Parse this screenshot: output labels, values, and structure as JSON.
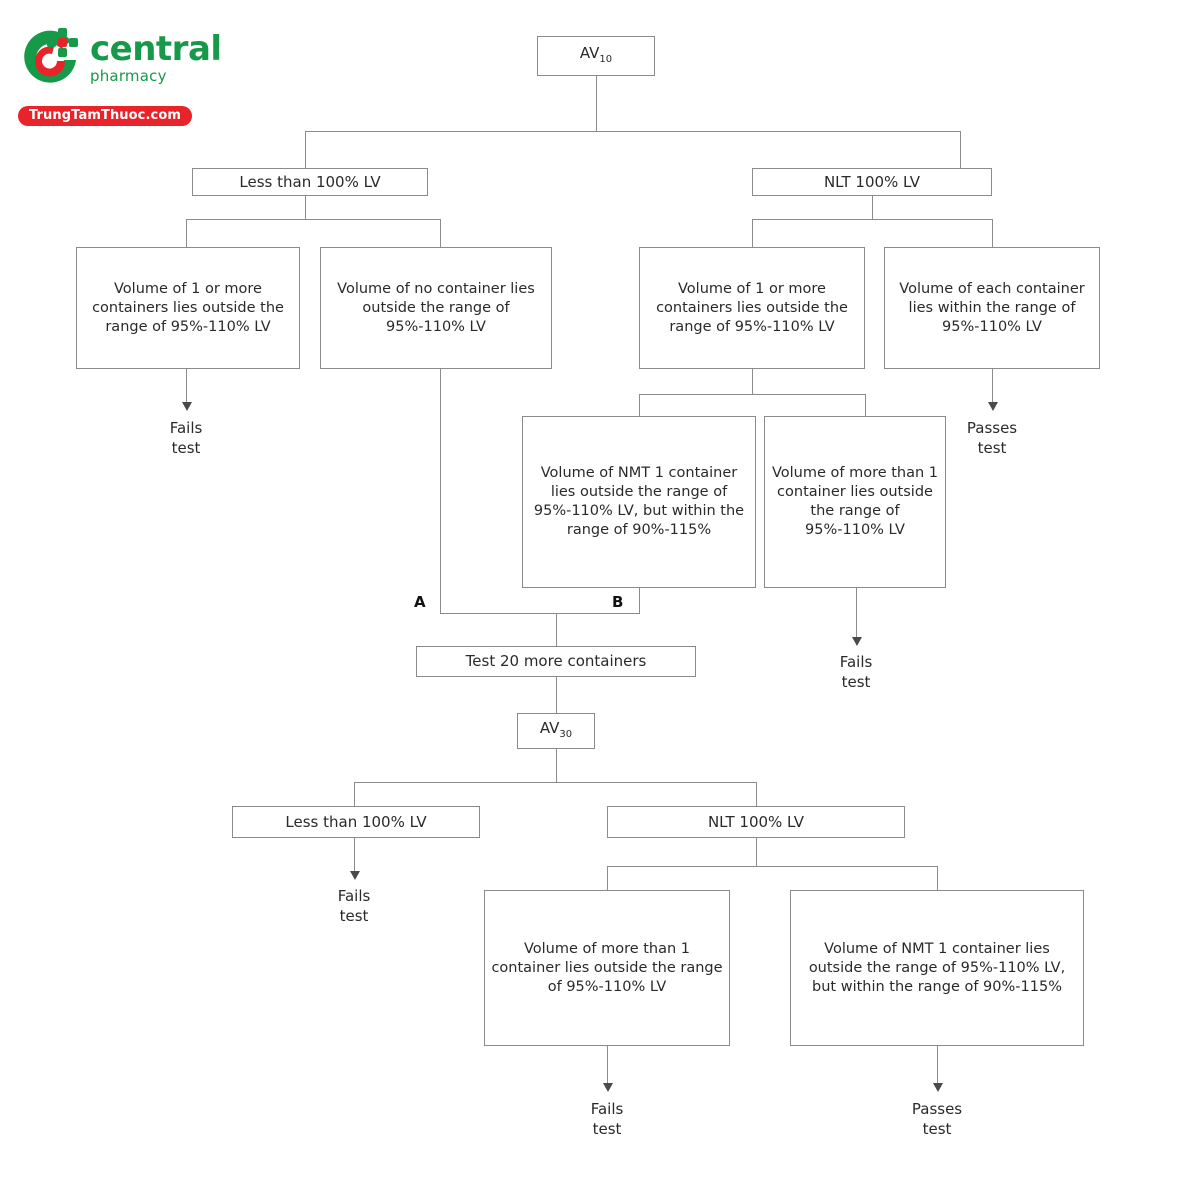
{
  "brand": {
    "name": "central",
    "tagline": "pharmacy",
    "ribbon": "TrungTamThuoc.com",
    "green": "#169a4a",
    "red": "#e8232a"
  },
  "diagram": {
    "type": "flowchart",
    "title": "Volume determination decision tree",
    "nodes": {
      "av10": {
        "label": "AV",
        "subscript": "10"
      },
      "av30": {
        "label": "AV",
        "subscript": "30"
      },
      "less_100_lv_top": "Less than 100% LV",
      "nlt_100_lv_top": "NLT 100% LV",
      "one_or_more_outside_left": "Volume of 1 or more containers lies outside the range of 95%-110% LV",
      "no_container_outside": "Volume of no container lies outside the range of 95%-110% LV",
      "one_or_more_outside_right": "Volume of 1 or more containers lies outside the range of 95%-110% LV",
      "each_within": "Volume of each container lies within the range of 95%-110% LV",
      "nmt1_outside_but_within": "Volume of NMT 1 container lies outside the range of 95%-110% LV, but within the range of 90%-115%",
      "more_than_1_outside": "Volume of more than 1 container lies outside the range of 95%-110% LV",
      "test_20_more": "Test 20 more containers",
      "less_100_lv_bottom": "Less than 100% LV",
      "nlt_100_lv_bottom": "NLT 100% LV",
      "more_than_1_outside_bottom": "Volume of more than 1 container lies outside the range of 95%-110% LV",
      "nmt1_outside_but_within_bottom": "Volume of NMT 1 container lies outside the range of 95%-110% LV, but within the range of 90%-115%"
    },
    "markers": {
      "a": "A",
      "b": "B"
    },
    "terminals": {
      "fails_left_top": "Fails\ntest",
      "passes_right_top": "Passes\ntest",
      "fails_right_mid": "Fails\ntest",
      "fails_left_bottom": "Fails\ntest",
      "fails_mid_bottom": "Fails\ntest",
      "passes_right_bottom": "Passes\ntest"
    },
    "line_color": "#8b8b8b",
    "box_border": "#8b8b8b",
    "text_color": "#2a2a2a"
  }
}
